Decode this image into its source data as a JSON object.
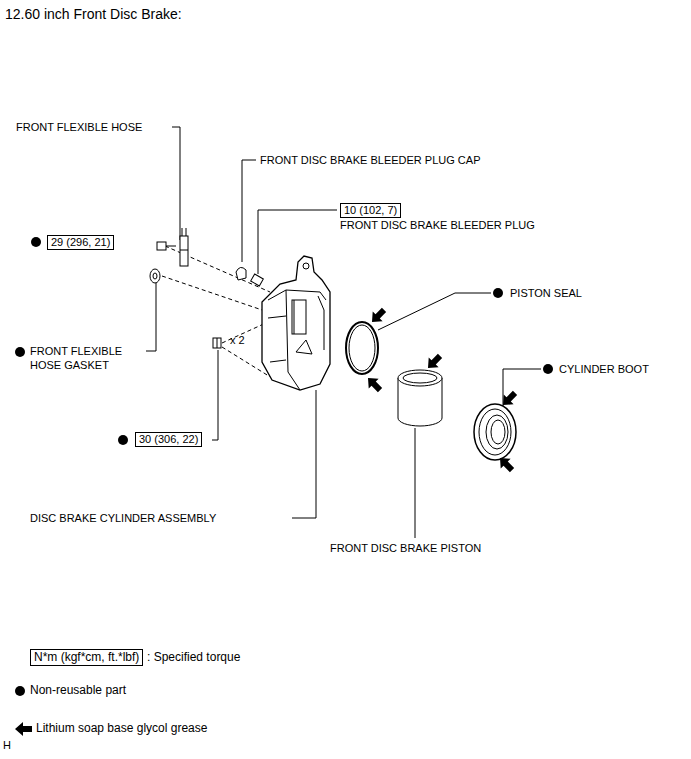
{
  "diagram": {
    "title": "12.60 inch Front Disc Brake:",
    "nodes": [
      {
        "text": [
          "10 (102, 7)"
        ]
      },
      {
        "text": [
          "29 (296, 21)"
        ]
      },
      {
        "text": [
          "30 (306, 22)"
        ]
      },
      {
        "text": [
          "N*m (kgf*cm, ft.*lbf)"
        ]
      }
    ],
    "labels": [
      "FRONT FLEXIBLE HOSE",
      "FRONT DISC BRAKE BLEEDER PLUG CAP",
      "FRONT DISC BRAKE BLEEDER PLUG",
      "PISTON SEAL",
      "CYLINDER BOOT",
      "FRONT FLEXIBLE HOSE GASKET",
      "x 2",
      "DISC BRAKE CYLINDER ASSEMBLY",
      "FRONT DISC BRAKE PISTON",
      "H"
    ],
    "legend": [
      {
        "text": ": Specified torque"
      },
      {
        "text": "Non-reusable part"
      },
      {
        "text": "Lithium soap base glycol grease"
      }
    ]
  }
}
